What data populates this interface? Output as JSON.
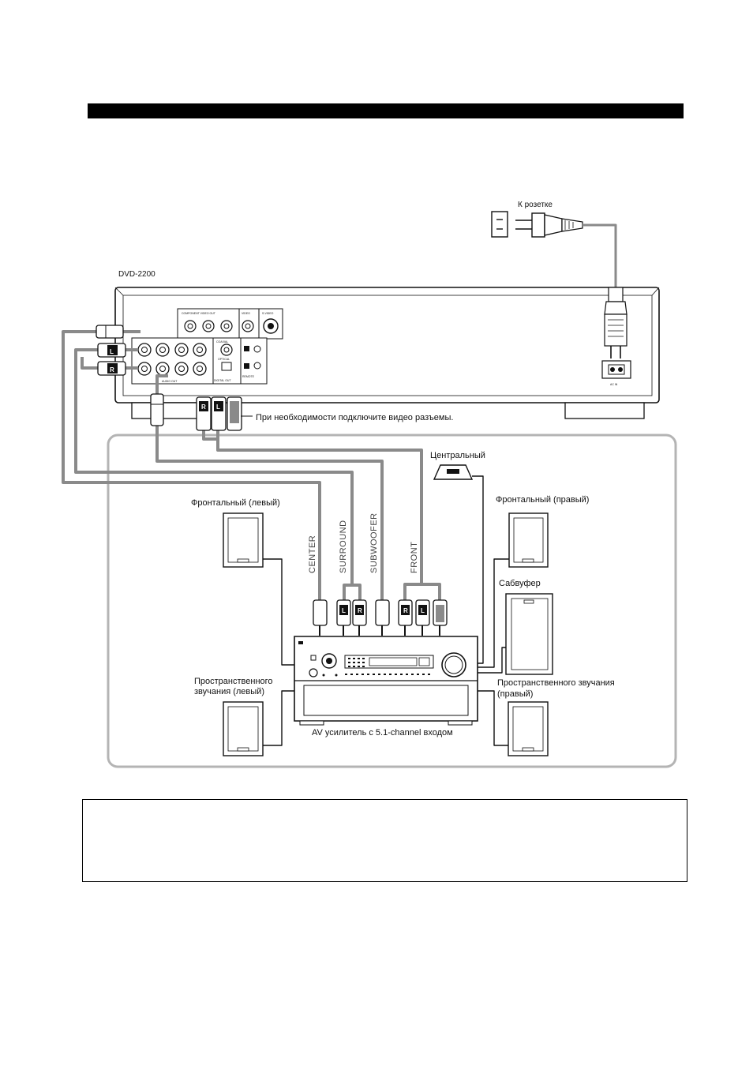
{
  "header_bar": {
    "color": "#000000"
  },
  "player": {
    "model": "DVD-2200",
    "ac_label": "AC IN"
  },
  "outlet": {
    "label": "К розетке"
  },
  "video_note": "При необходимости подключите видео разъемы.",
  "cable_labels": {
    "center": "CENTER",
    "surround": "SURROUND",
    "subwoofer": "SUBWOOFER",
    "front": "FRONT"
  },
  "plug_letters": {
    "left": "L",
    "right": "R"
  },
  "speakers": {
    "center": "Центральный",
    "front_left": "Фронтальный (левый)",
    "front_right": "Фронтальный (правый)",
    "subwoofer": "Сабвуфер",
    "surround_left_line1": "Пространственного",
    "surround_left_line2": "звучания (левый)",
    "surround_right_line1": "Пространственного звучания",
    "surround_right_line2": "(правый)"
  },
  "amplifier": {
    "label": "AV усилитель с 5.1-channel входом"
  },
  "colors": {
    "cable": "#8a8a8a",
    "room": "#b4b4b4",
    "line": "#111111"
  }
}
